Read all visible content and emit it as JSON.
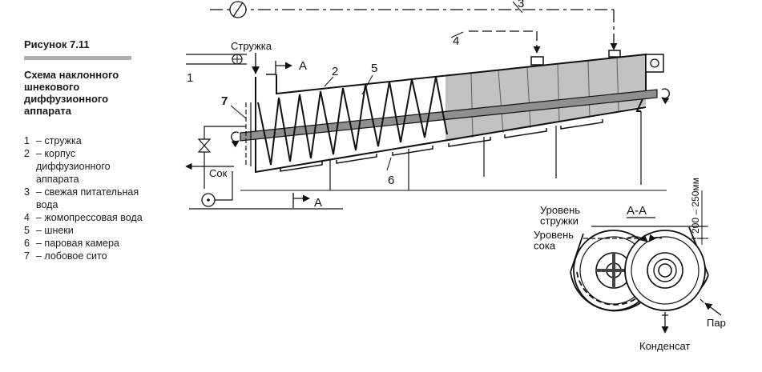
{
  "caption": {
    "figure_label": "Рисунок 7.11",
    "title": "Схема наклонного\nшнекового\nдиффузионного\nаппарата"
  },
  "legend": [
    {
      "num": "1",
      "text": "– стружка"
    },
    {
      "num": "2",
      "text": "– корпус\n  диффузионного\n  аппарата"
    },
    {
      "num": "3",
      "text": "– свежая питательная\n  вода"
    },
    {
      "num": "4",
      "text": "– жомопрессовая вода"
    },
    {
      "num": "5",
      "text": "– шнеки"
    },
    {
      "num": "6",
      "text": "– паровая камера"
    },
    {
      "num": "7",
      "text": "– лобовое сито"
    }
  ],
  "labels": {
    "stream_1": "1",
    "body_2": "2",
    "fresh_water_3": "3",
    "press_water_4": "4",
    "screws_5": "5",
    "steam_chamber_6": "6",
    "sieve_7": "7",
    "chips_in": "Стружка",
    "juice_out": "Сок",
    "section_a_top": "A",
    "section_a_bottom": "A",
    "section_title": "A-A",
    "chips_level": "Уровень\nстружки",
    "juice_level": "Уровень\nсока",
    "dimension": "200 – 250мм",
    "steam": "Пар",
    "condensate": "Конденсат"
  }
}
